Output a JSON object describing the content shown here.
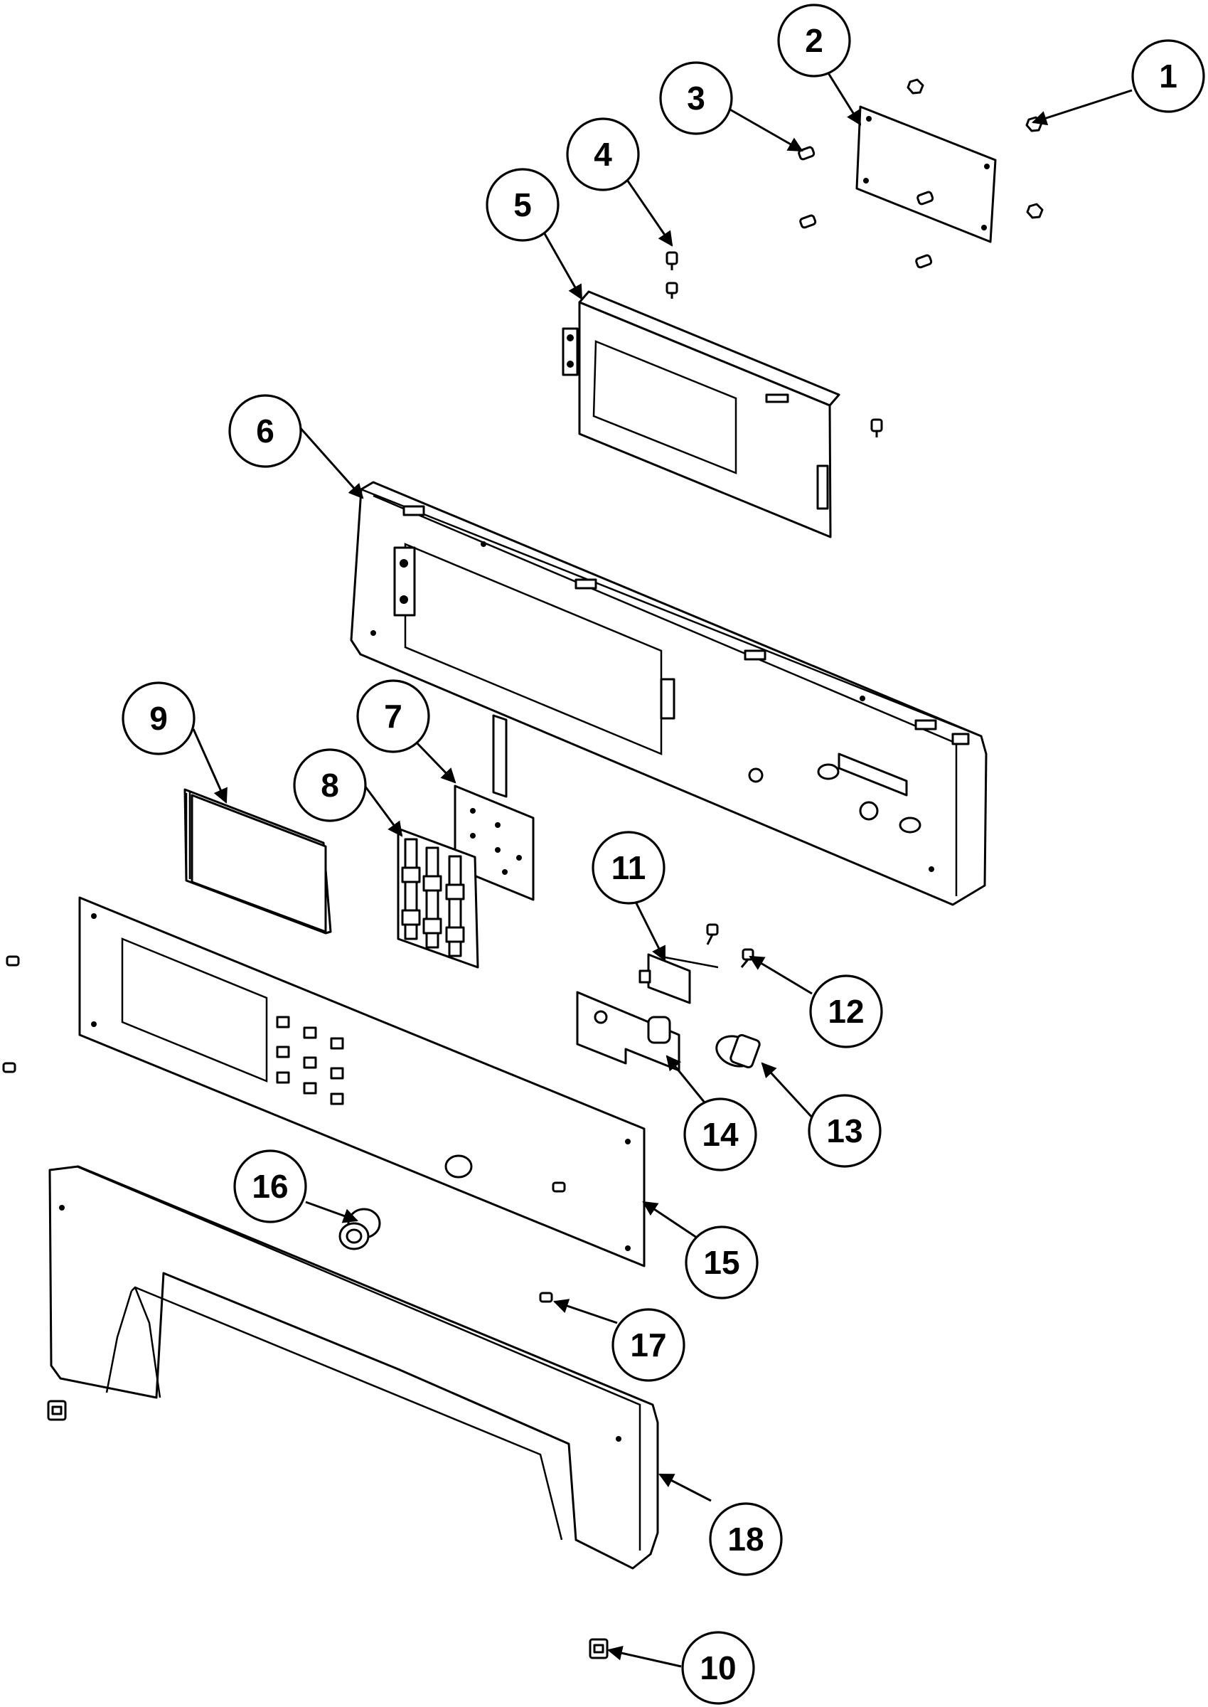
{
  "diagram": {
    "callouts": [
      {
        "label": "1"
      },
      {
        "label": "2"
      },
      {
        "label": "3"
      },
      {
        "label": "4"
      },
      {
        "label": "5"
      },
      {
        "label": "6"
      },
      {
        "label": "7"
      },
      {
        "label": "8"
      },
      {
        "label": "9"
      },
      {
        "label": "10"
      },
      {
        "label": "11"
      },
      {
        "label": "12"
      },
      {
        "label": "13"
      },
      {
        "label": "14"
      },
      {
        "label": "15"
      },
      {
        "label": "16"
      },
      {
        "label": "17"
      },
      {
        "label": "18"
      }
    ]
  }
}
